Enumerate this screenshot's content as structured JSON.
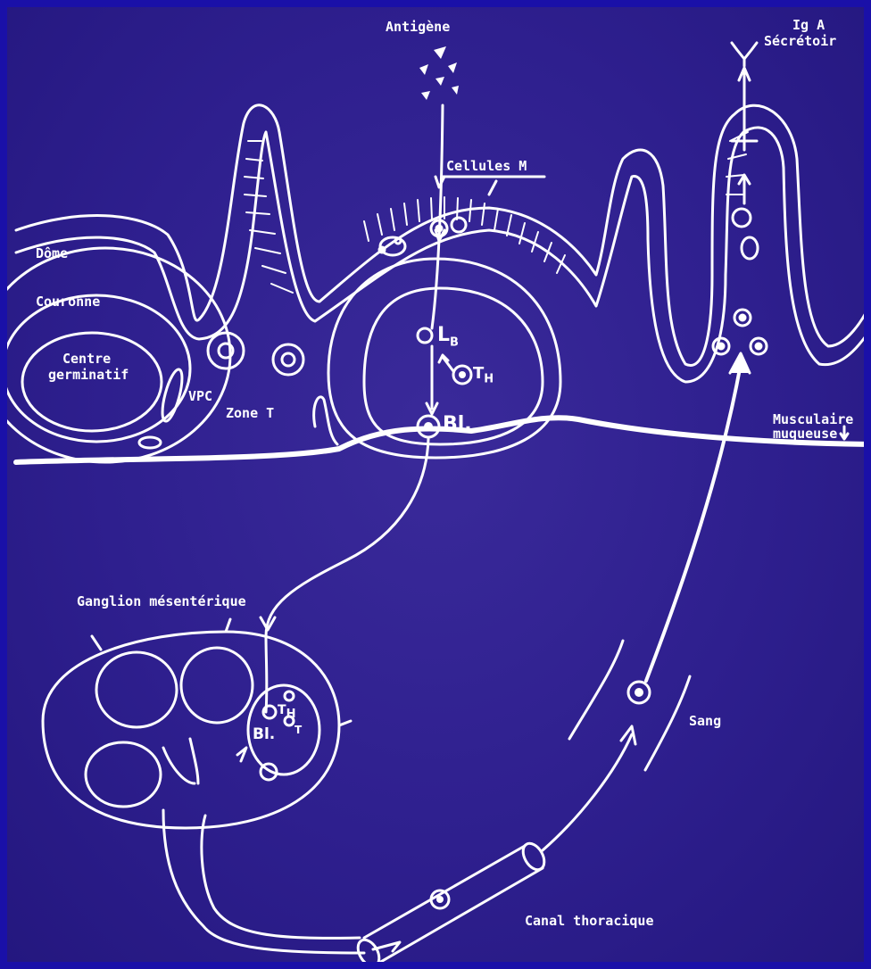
{
  "labels": {
    "antigen": "Antigène",
    "iga_line1": "Ig A",
    "iga_line2": "Sécrétoir",
    "m_cells": "Cellules M",
    "dome": "Dôme",
    "couronne": "Couronne",
    "centre_line1": "Centre",
    "centre_line2": "germinatif",
    "vpc": "VPC",
    "zone_t": "Zone T",
    "muscularis_line1": "Musculaire",
    "muscularis_line2": "muqueuse",
    "lymph_node": "Ganglion mésentérique",
    "blood": "Sang",
    "thoracic_duct": "Canal thoracique"
  },
  "cells": {
    "lb": "L",
    "lb_sub": "B",
    "th": "T",
    "th_sub": "H",
    "bl": "Bl.",
    "node_th": "T",
    "node_th_sub": "H",
    "node_bl": "Bl.",
    "node_t": "T"
  },
  "colors": {
    "background": "#2e1f8e",
    "border": "#1a10a8",
    "line": "#ffffff"
  }
}
